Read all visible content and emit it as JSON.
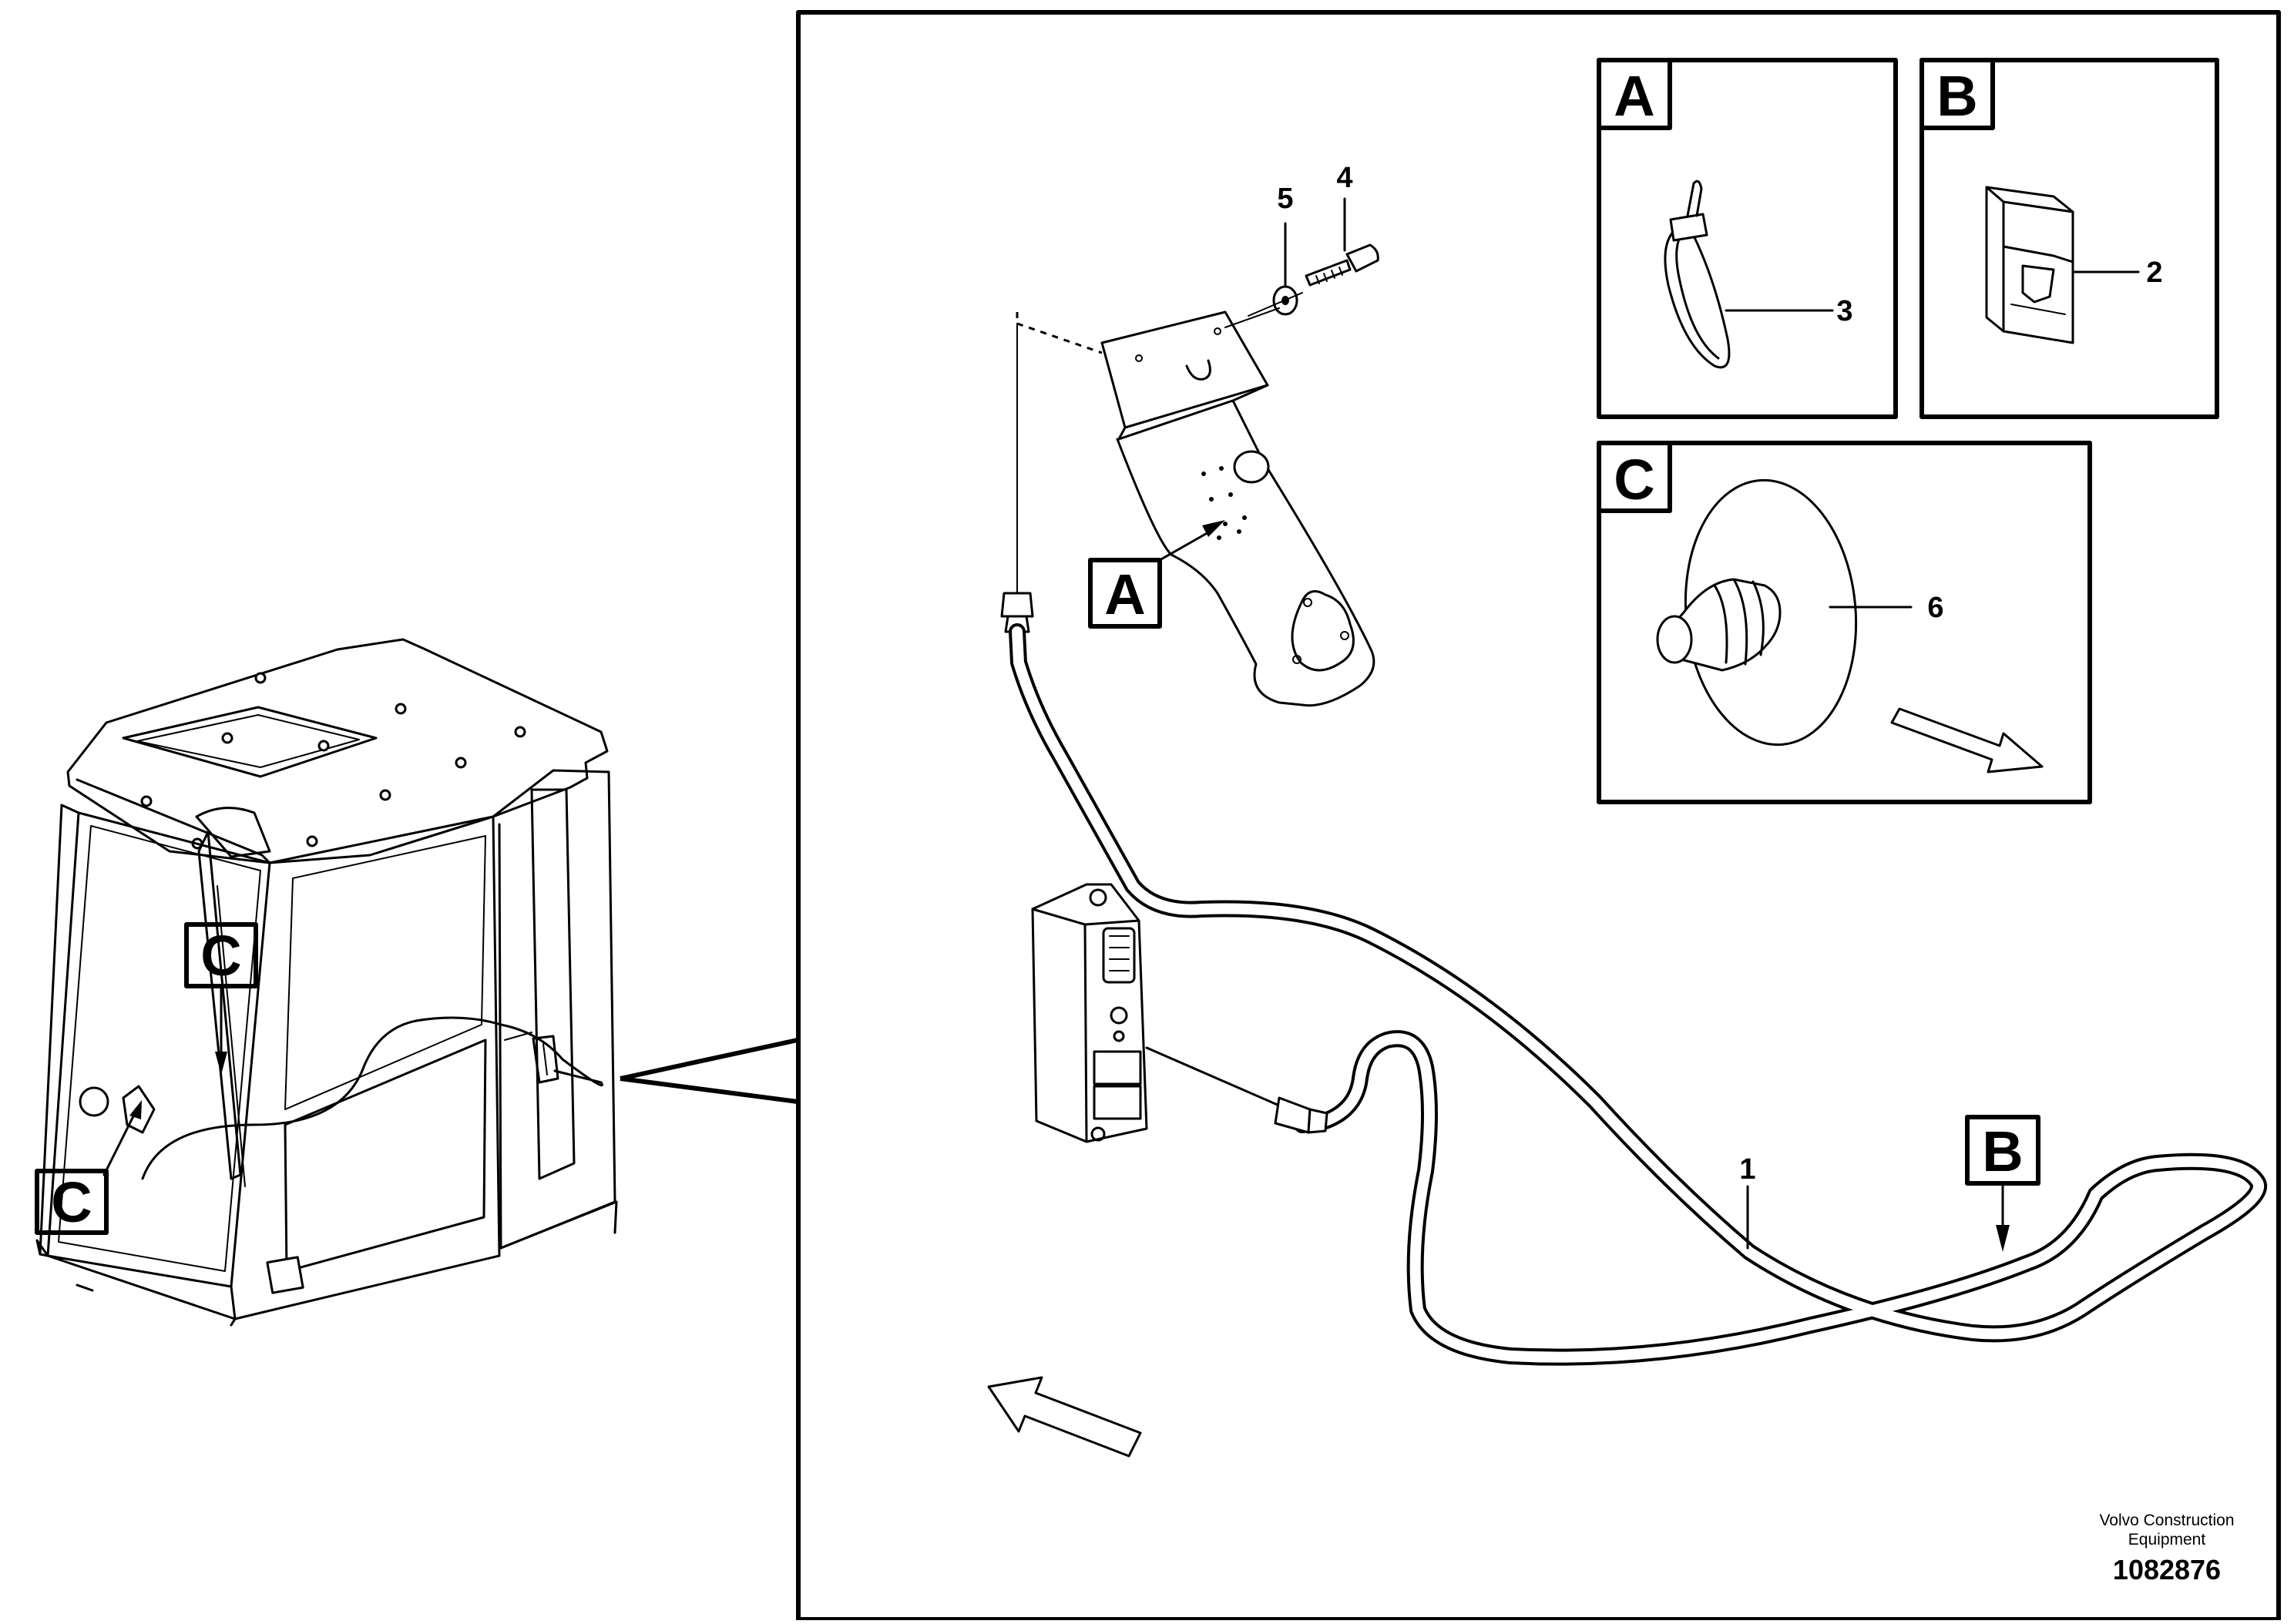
{
  "callouts": {
    "a_detail": "A",
    "b_detail": "B",
    "c_detail": "C",
    "a_main": "A",
    "b_main": "B",
    "c_cab_upper": "C",
    "c_cab_lower": "C"
  },
  "items": {
    "cable": "1",
    "clip": "2",
    "cable_tie": "3",
    "screw": "4",
    "washer": "5",
    "grommet": "6"
  },
  "footer": {
    "brand_line1": "Volvo Construction",
    "brand_line2": "Equipment",
    "doc_number": "1082876"
  }
}
